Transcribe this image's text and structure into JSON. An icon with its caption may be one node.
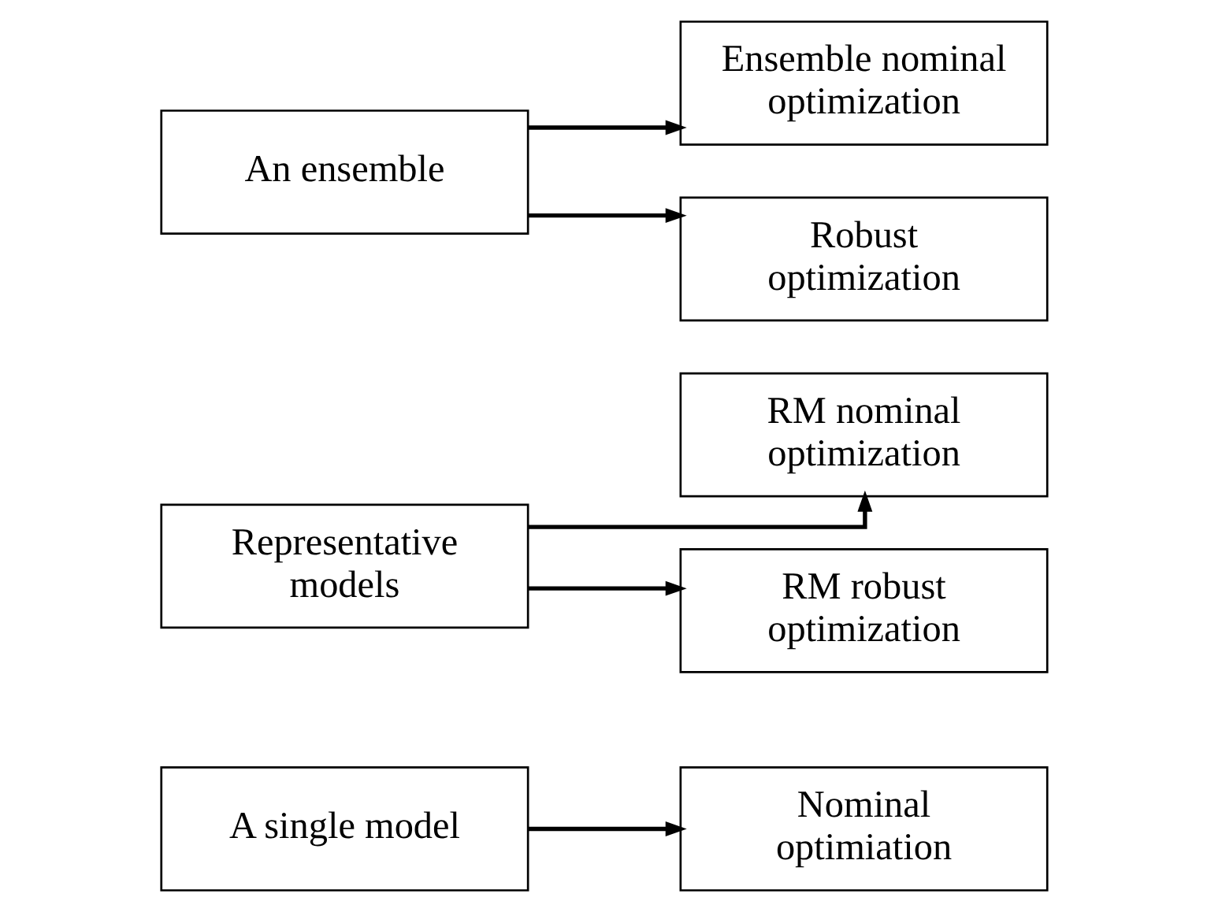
{
  "diagram": {
    "nodes": [
      {
        "text": [
          "A single model"
        ]
      },
      {
        "text": [
          "Nominal optimiation"
        ]
      },
      {
        "text": [
          "Representative models"
        ]
      },
      {
        "text": [
          "RM nominal optimization"
        ]
      },
      {
        "text": [
          "RM robust optimization"
        ]
      },
      {
        "text": [
          "An ensemble"
        ]
      },
      {
        "text": [
          "Ensemble nominal optimization"
        ]
      },
      {
        "text": [
          "Robust optimization"
        ]
      }
    ],
    "edges": [
      {
        "from": 0,
        "to": 1,
        "arrow": "to"
      },
      {
        "from": 2,
        "to": 3,
        "arrow": "to"
      },
      {
        "from": 2,
        "to": 4,
        "arrow": "to"
      },
      {
        "from": 5,
        "to": 6,
        "arrow": "to"
      },
      {
        "from": 5,
        "to": 7,
        "arrow": "to"
      }
    ]
  }
}
